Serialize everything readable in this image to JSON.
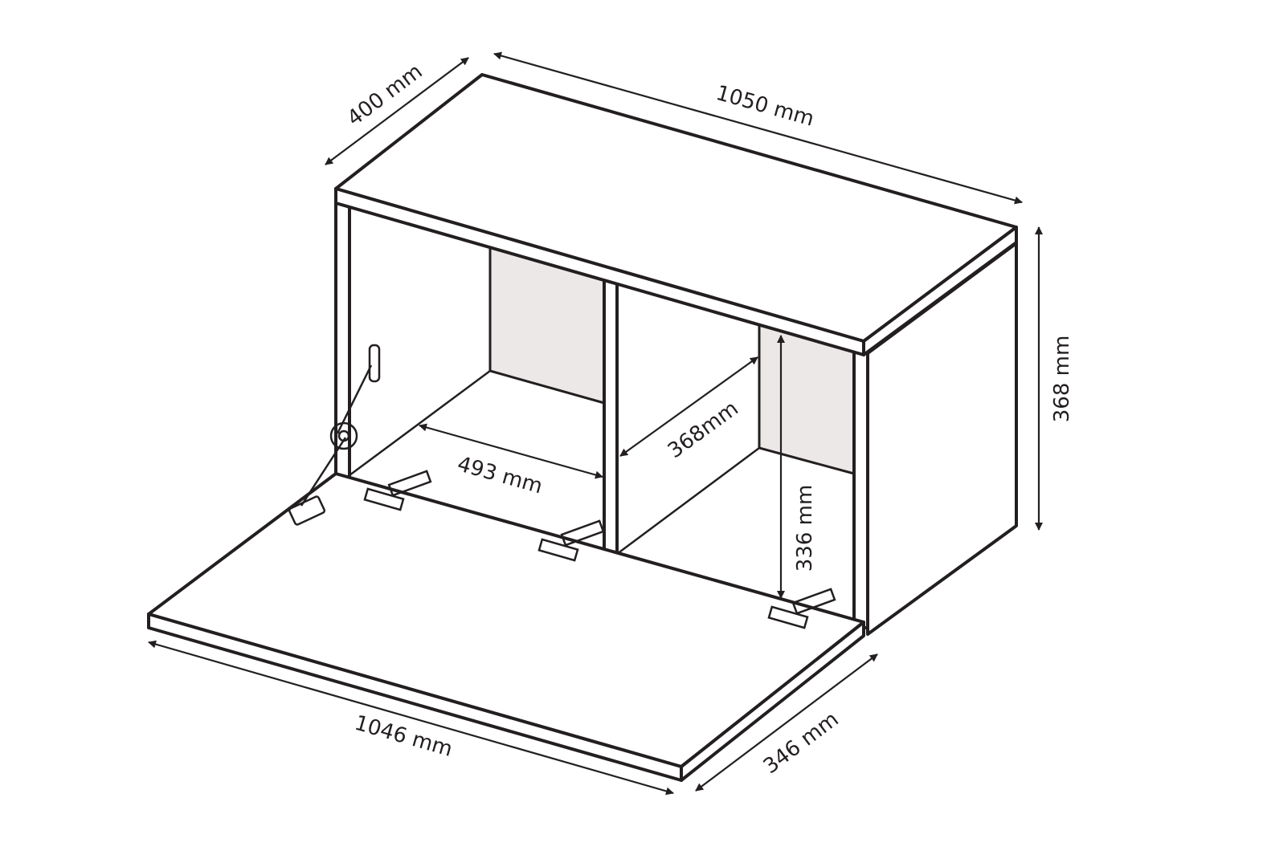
{
  "dimensions": {
    "depth_top": "400 mm",
    "width_top": "1050 mm",
    "height_outer": "368 mm",
    "inner_depth": "368mm",
    "compartment_width": "493 mm",
    "inner_height": "336 mm",
    "flap_width": "1046 mm",
    "flap_depth": "346 mm"
  }
}
